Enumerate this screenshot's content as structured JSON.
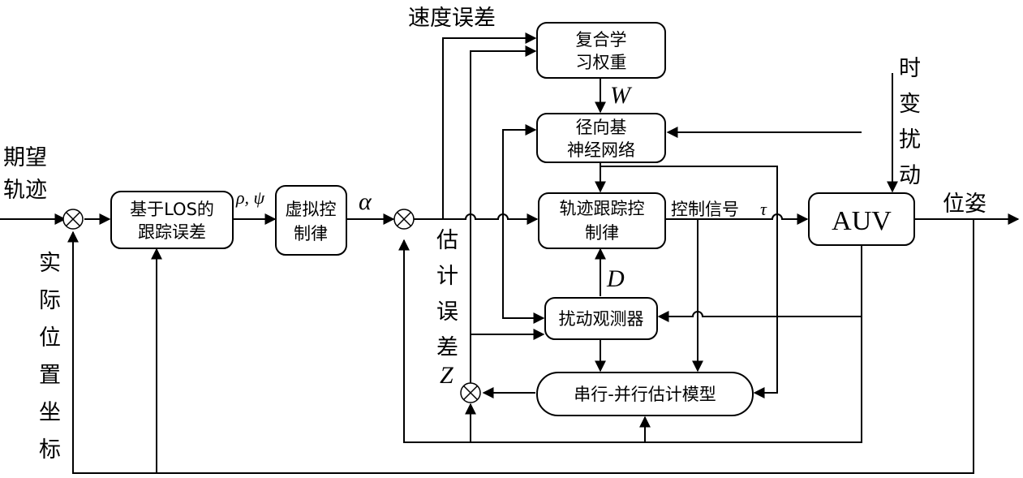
{
  "blocks": {
    "los": [
      "基于LOS的",
      "跟踪误差"
    ],
    "virtual": [
      "虚拟控",
      "制律"
    ],
    "composite": [
      "复合学",
      "习权重"
    ],
    "rbf": [
      "径向基",
      "神经网络"
    ],
    "tracking": [
      "轨迹跟踪控",
      "制律"
    ],
    "observer": "扰动观测器",
    "series_parallel": "串行-并行估计模型",
    "auv": "AUV"
  },
  "labels": {
    "desired_traj": [
      "期望",
      "轨迹"
    ],
    "actual_pos": [
      "实",
      "际",
      "位",
      "置",
      "坐",
      "标"
    ],
    "speed_error": "速度误差",
    "time_varying": [
      "时",
      "变",
      "扰",
      "动"
    ],
    "pose": "位姿",
    "estimation_error": [
      "估",
      "计",
      "误",
      "差"
    ],
    "z": "Z",
    "w": "W",
    "d": "D",
    "alpha": "α",
    "rho_psi": "ρ, ψ",
    "control_signal": "控制信号",
    "tau": "τ"
  }
}
